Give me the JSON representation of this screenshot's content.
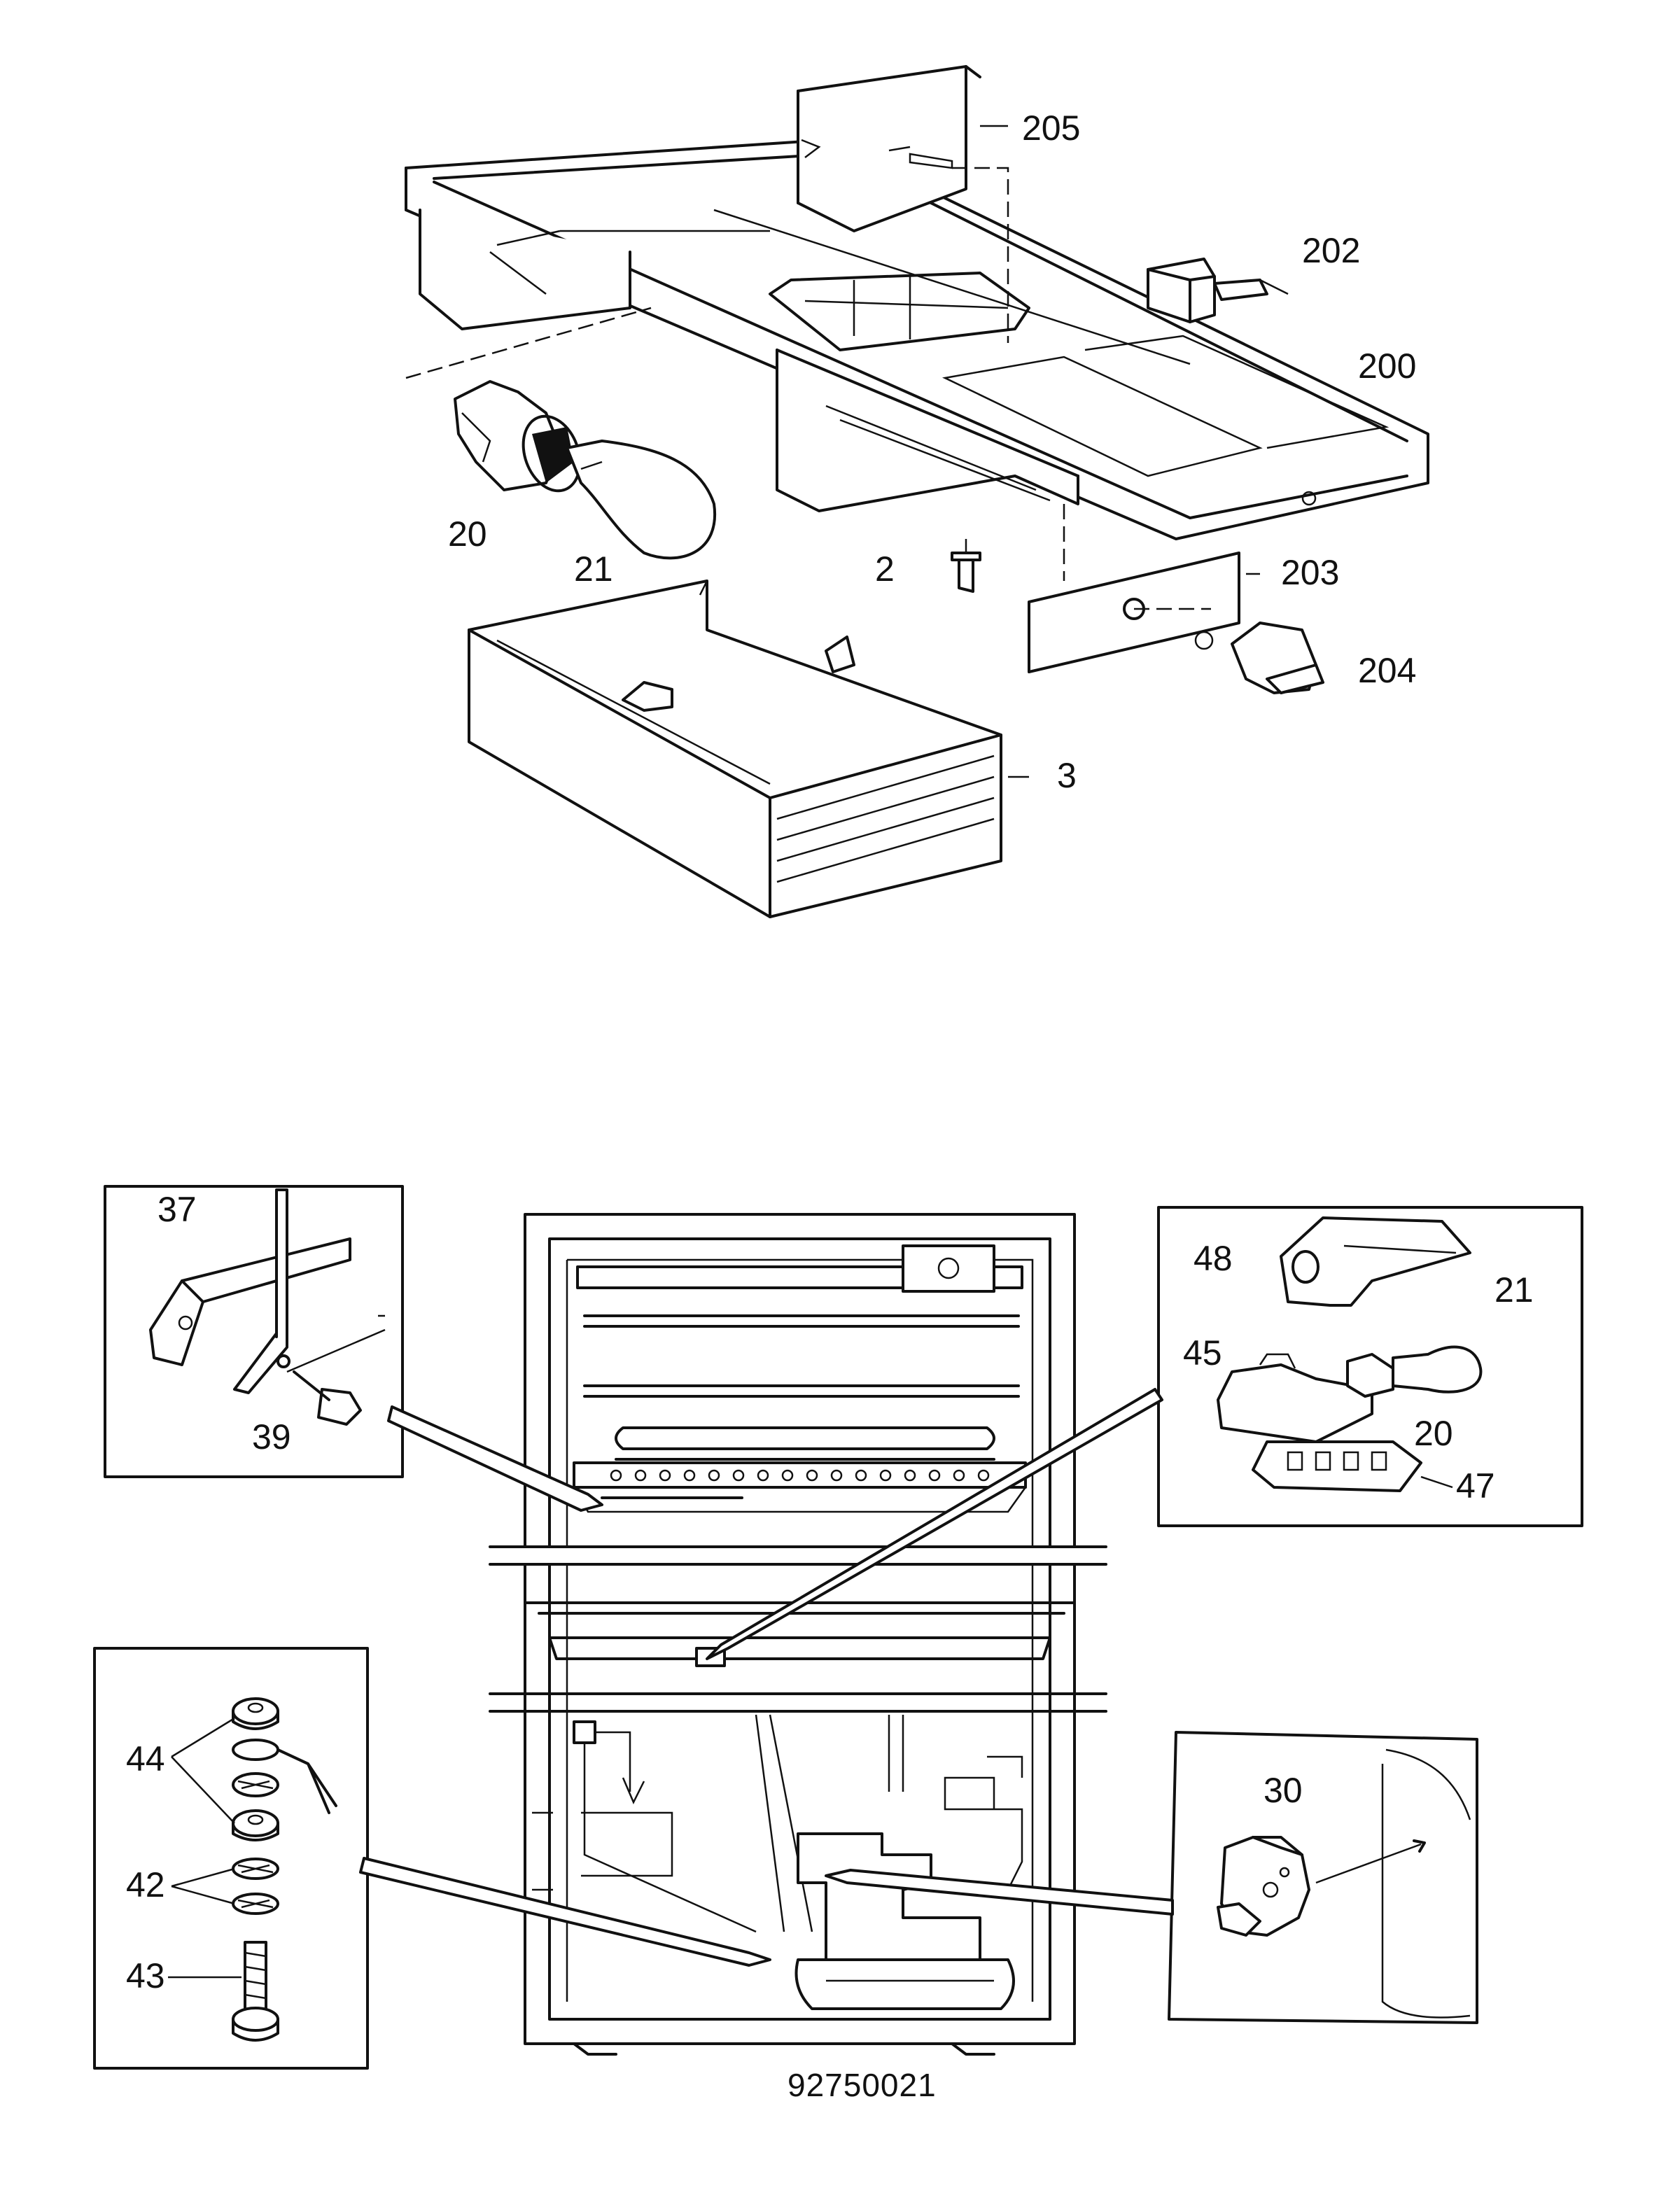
{
  "top_assembly": {
    "labels": {
      "l205": "205",
      "l202": "202",
      "l200": "200",
      "l20": "20",
      "l21": "21",
      "l2": "2",
      "l203": "203",
      "l204": "204",
      "l3": "3"
    }
  },
  "inset_bracket": {
    "labels": {
      "l37": "37",
      "l39": "39"
    }
  },
  "inset_lamp": {
    "labels": {
      "l48": "48",
      "l21": "21",
      "l45": "45",
      "l20": "20",
      "l47": "47"
    }
  },
  "inset_washers": {
    "labels": {
      "l44": "44",
      "l42": "42",
      "l43": "43"
    }
  },
  "inset_relay": {
    "labels": {
      "l30": "30"
    }
  },
  "drawing_code": "92750021"
}
